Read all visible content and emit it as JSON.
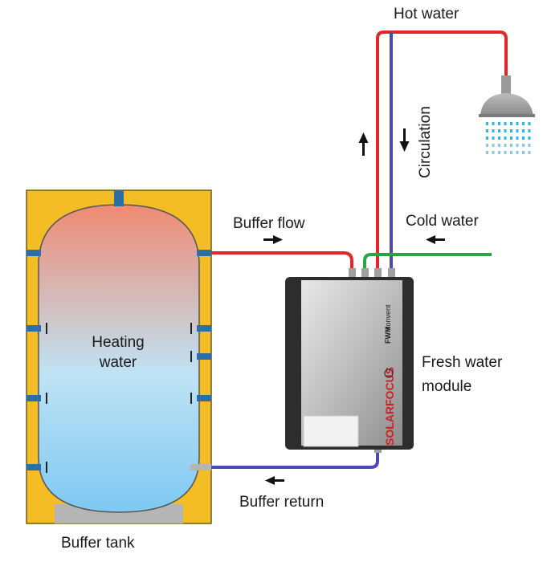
{
  "labels": {
    "hot_water": "Hot water",
    "circulation": "Circulation",
    "buffer_flow": "Buffer flow",
    "cold_water": "Cold water",
    "heating_water_line1": "Heating",
    "heating_water_line2": "water",
    "fresh_water_line1": "Fresh water",
    "fresh_water_line2": "module",
    "buffer_return": "Buffer return",
    "buffer_tank": "Buffer tank"
  },
  "module": {
    "brand": "SOLARFOCUS",
    "model": "FWM",
    "model_suffix": "konvent"
  },
  "colors": {
    "hot_pipe": "#e32626",
    "return_pipe": "#4a4ab0",
    "cold_pipe": "#22a845",
    "insulation": "#f5bd25",
    "connector": "#2a6fa8",
    "tank_top": "#ef8a72",
    "tank_bottom": "#7ec8f2",
    "module_body": "#2d2d2d",
    "brand": "#cc1f26"
  }
}
